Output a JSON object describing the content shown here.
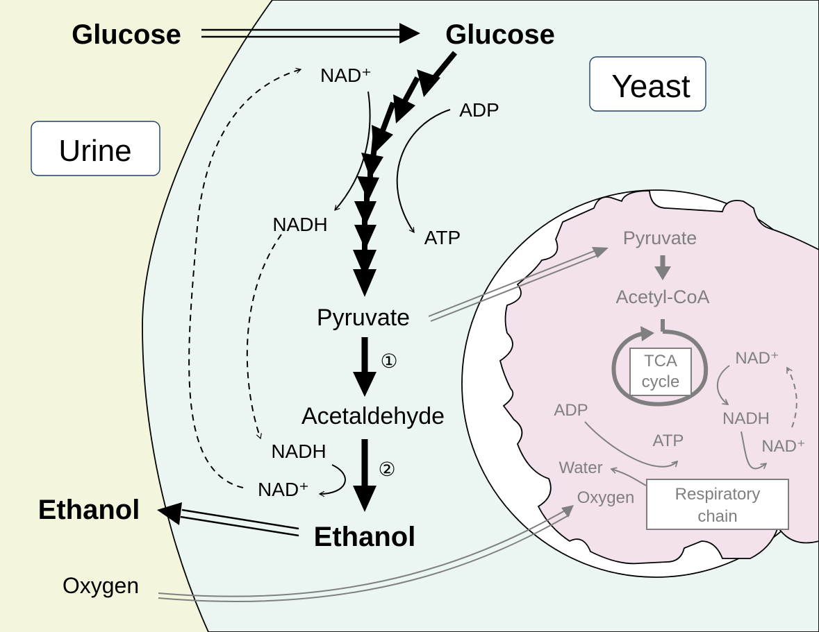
{
  "colors": {
    "urine_bg": "#f3f5dc",
    "yeast_bg": "#ebf6f3",
    "mito_bg": "#f3e1ec",
    "main_ink": "#000000",
    "mito_ink": "#7f7f7f"
  },
  "regions": {
    "urine_label": "Urine",
    "yeast_label": "Yeast"
  },
  "outside": {
    "glucose": "Glucose",
    "ethanol": "Ethanol",
    "oxygen": "Oxygen"
  },
  "cytoplasm": {
    "glucose": "Glucose",
    "nad_top": "NAD⁺",
    "adp": "ADP",
    "nadh_upper": "NADH",
    "atp": "ATP",
    "pyruvate": "Pyruvate",
    "step1": "①",
    "acetaldehyde": "Acetaldehyde",
    "step2": "②",
    "nadh_lower": "NADH",
    "nad_lower": "NAD⁺",
    "ethanol": "Ethanol"
  },
  "mitochondrion": {
    "pyruvate": "Pyruvate",
    "acetyl_coa": "Acetyl-CoA",
    "tca_line1": "TCA",
    "tca_line2": "cycle",
    "nad_upper": "NAD⁺",
    "nadh": "NADH",
    "nad_lower": "NAD⁺",
    "adp": "ADP",
    "atp": "ATP",
    "water": "Water",
    "oxygen": "Oxygen",
    "resp_line1": "Respiratory",
    "resp_line2": "chain"
  }
}
